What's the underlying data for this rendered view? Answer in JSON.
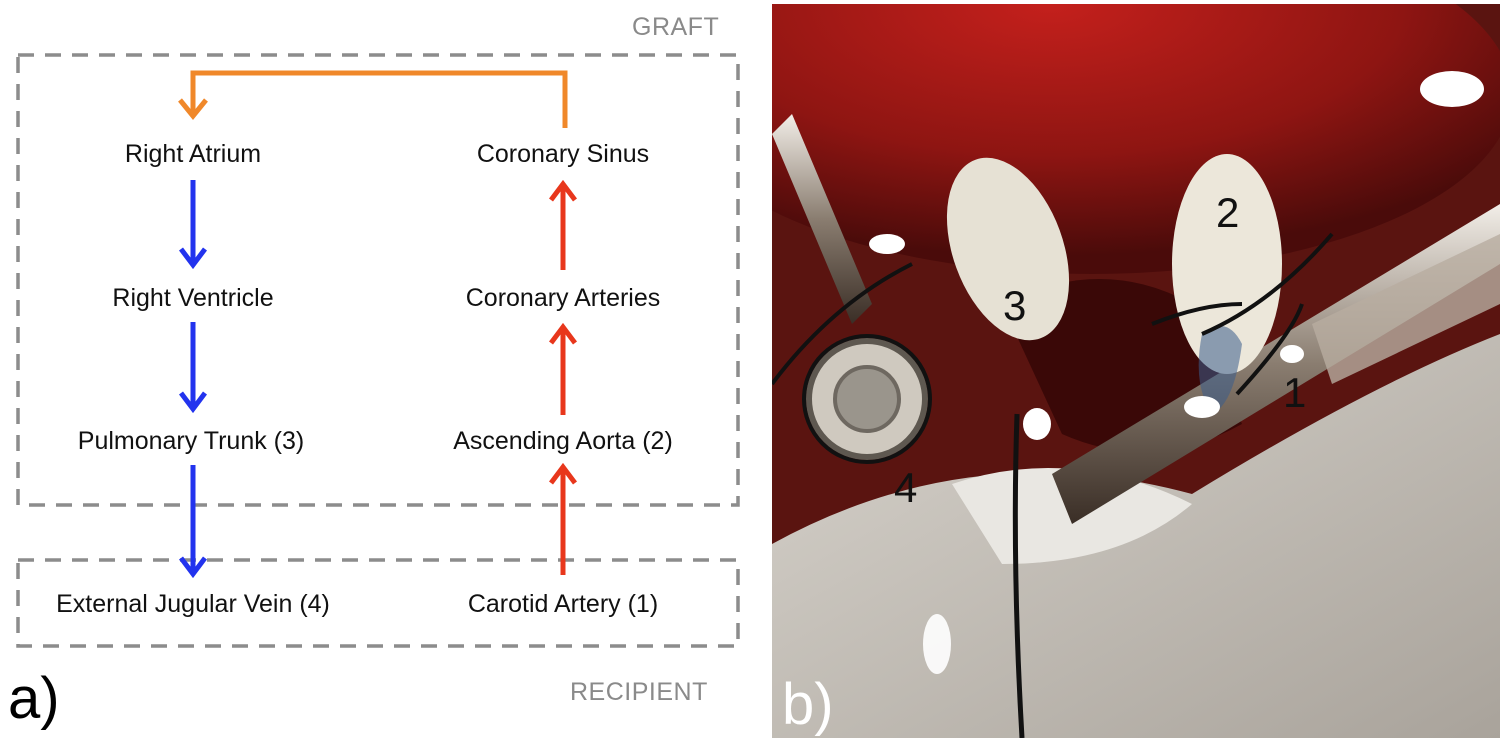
{
  "diagram": {
    "panel_label": "a)",
    "regions": {
      "graft": "GRAFT",
      "recipient": "RECIPIENT"
    },
    "nodes": {
      "right_atrium": "Right Atrium",
      "right_ventricle": "Right Ventricle",
      "pulmonary_trunk": "Pulmonary Trunk (3)",
      "external_jugular_vein": "External Jugular Vein (4)",
      "coronary_sinus": "Coronary Sinus",
      "coronary_arteries": "Coronary Arteries",
      "ascending_aorta": "Ascending Aorta (2)",
      "carotid_artery": "Carotid Artery (1)"
    },
    "colors": {
      "venous": "#2233ee",
      "arterial": "#e8371c",
      "return": "#f0882a",
      "box": "#8c8c8c"
    }
  },
  "photo": {
    "panel_label": "b)",
    "numbers": {
      "n1": "1",
      "n2": "2",
      "n3": "3",
      "n4": "4"
    }
  }
}
